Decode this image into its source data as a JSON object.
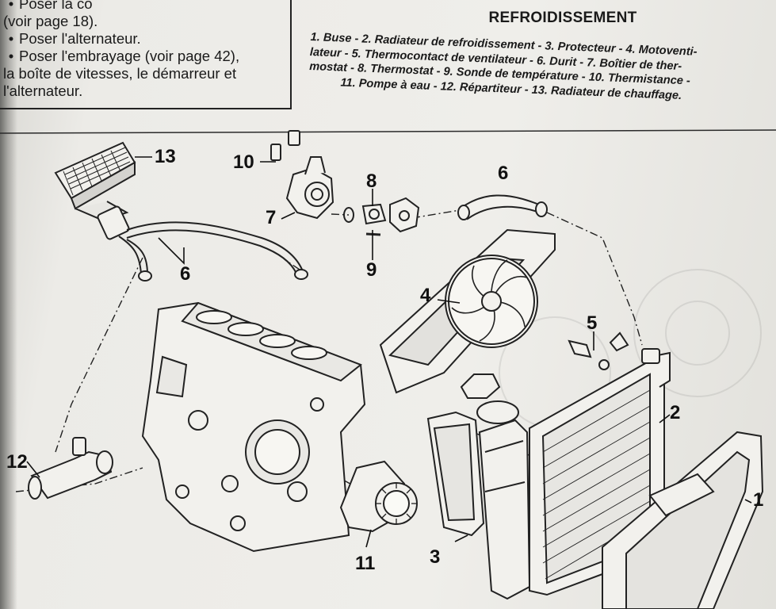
{
  "steps": [
    {
      "bullet": "•",
      "text": "Poser la co"
    },
    {
      "bullet": "",
      "text": "(voir page 18)."
    },
    {
      "bullet": "•",
      "text": "Poser l'alternateur."
    },
    {
      "bullet": "•",
      "text": "Poser l'embrayage (voir page 42),"
    },
    {
      "bullet": "",
      "text": "la boîte de vitesses, le démarreur et"
    },
    {
      "bullet": "",
      "text": "l'alternateur."
    }
  ],
  "legend": {
    "title": "REFROIDISSEMENT",
    "line1": "1. Buse - 2. Radiateur de refroidissement - 3. Protecteur - 4. Motoventi-",
    "line2": "lateur - 5. Thermocontact de ventilateur - 6. Durit - 7. Boîtier de ther-",
    "line3": "mostat - 8. Thermostat - 9. Sonde de température - 10. Thermistance -",
    "line4": "11. Pompe à eau - 12. Répartiteur - 13. Radiateur de chauffage."
  },
  "diagram": {
    "labels": {
      "n1": "1",
      "n2": "2",
      "n3": "3",
      "n4": "4",
      "n5": "5",
      "n6a": "6",
      "n6b": "6",
      "n7": "7",
      "n8": "8",
      "n9": "9",
      "n10": "10",
      "n11": "11",
      "n12": "12",
      "n13": "13"
    }
  }
}
